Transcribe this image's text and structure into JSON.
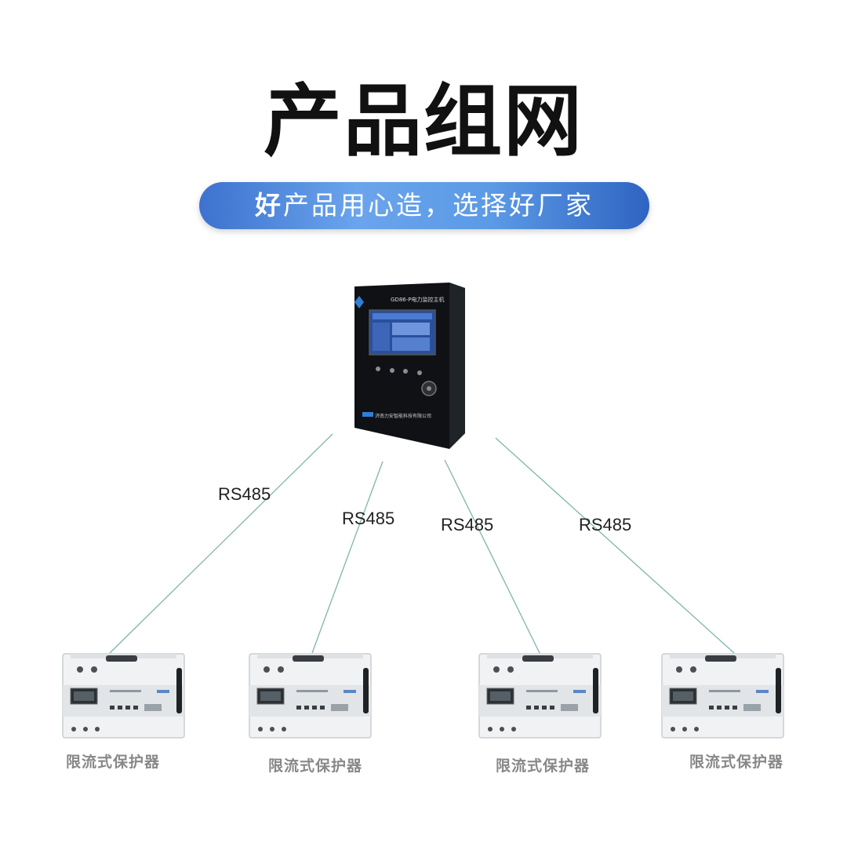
{
  "title": "产品组网",
  "slogan": {
    "first_char": "好",
    "rest": "产品用心造，选择好厂家"
  },
  "host": {
    "model_text": "GD86-P电力监控主机",
    "brand_text": "济南力安智能科技有限公司"
  },
  "links": [
    {
      "label": "RS485"
    },
    {
      "label": "RS485"
    },
    {
      "label": "RS485"
    },
    {
      "label": "RS485"
    }
  ],
  "devices": [
    {
      "label": "限流式保护器"
    },
    {
      "label": "限流式保护器"
    },
    {
      "label": "限流式保护器"
    },
    {
      "label": "限流式保护器"
    }
  ],
  "colors": {
    "link_line": "#7fb5a8",
    "banner": "#4f8fe0",
    "host_body": "#0f1114"
  }
}
